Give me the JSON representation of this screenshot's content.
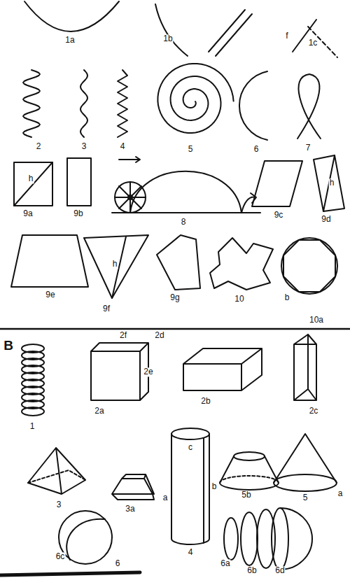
{
  "diagram": {
    "labels": [
      "1a",
      "1b",
      "f",
      "1c",
      "2",
      "3",
      "4",
      "5",
      "6",
      "7",
      "h",
      "9a",
      "9b",
      "8",
      "9c",
      "h",
      "9d",
      "9e",
      "h",
      "9f",
      "9g",
      "10",
      "b",
      "10a",
      "B",
      "1",
      "2f",
      "2d",
      "2e",
      "2a",
      "2b",
      "2c",
      "3",
      "3a",
      "c",
      "a",
      "b",
      "4",
      "5b",
      "5",
      "a",
      "6c",
      "6",
      "6a",
      "6b",
      "6d"
    ]
  }
}
